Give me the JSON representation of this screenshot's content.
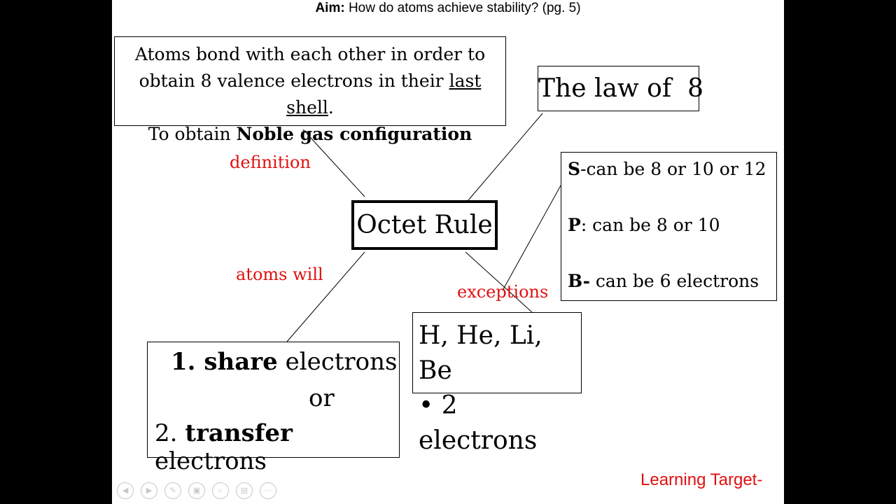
{
  "aim": {
    "label": "Aim:",
    "text": "How do atoms achieve stability? (pg. 5)"
  },
  "definition_box": {
    "line1": "Atoms bond with each other in order to",
    "line2_prefix": "obtain 8 valence electrons in their ",
    "line2_underlined": "last shell",
    "line2_suffix": ".",
    "line3_prefix": "To obtain ",
    "line3_bold": "Noble gas configuration"
  },
  "law_box": {
    "text": "The law of  8"
  },
  "center": {
    "text": "Octet Rule"
  },
  "labels": {
    "definition": "definition",
    "atoms_will": "atoms will",
    "exceptions": "exceptions"
  },
  "exceptions_box": {
    "s_bold": "S",
    "s_text": "-can be 8 or 10 or 12",
    "p_bold": "P",
    "p_text": ": can be 8 or 10",
    "b_bold": "B-",
    "b_text": " can be 6 electrons"
  },
  "small_atoms_box": {
    "line1": "H, He, Li, Be",
    "line2": "• 2 electrons"
  },
  "atoms_will_box": {
    "l1_bold": "1. share",
    "l1_text": " electrons",
    "or": "or",
    "l2_prefix": "2. ",
    "l2_bold": "transfer",
    "l2_text": " electrons"
  },
  "learning_target": "Learning Target-",
  "controls": [
    "prev-icon",
    "next-icon",
    "pen-icon",
    "slides-icon",
    "zoom-icon",
    "subtitles-icon",
    "more-icon"
  ],
  "colors": {
    "accent_red": "#e01010",
    "background": "#000000",
    "slide": "#ffffff"
  }
}
